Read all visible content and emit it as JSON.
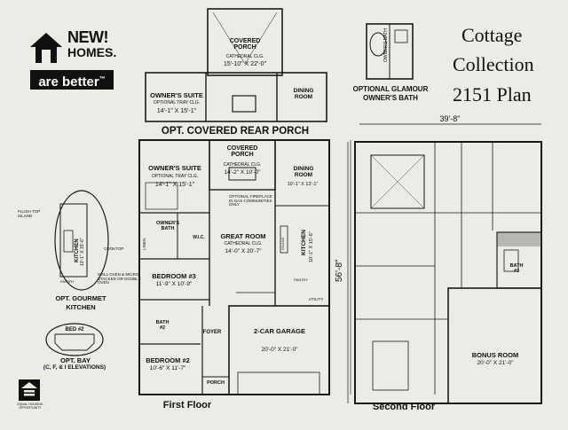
{
  "logo": {
    "line1": "NEW!",
    "line2": "HOMES.",
    "tagline": "are better",
    "tm": "™"
  },
  "collection": {
    "line1": "Cottage",
    "line2": "Collection",
    "plan": "2151 Plan"
  },
  "glamour": {
    "room": "OWNER'S BATH",
    "label_line1": "OPTIONAL GLAMOUR",
    "label_line2": "OWNER'S BATH"
  },
  "rear_porch_option": {
    "title": "OPT. COVERED REAR PORCH",
    "covered_porch": "COVERED PORCH",
    "covered_porch_ceiling": "CATHEDRAL CLG.",
    "covered_porch_dims": "15'-10\" X 22'-0\"",
    "owners_suite": "OWNER'S SUITE",
    "owners_suite_ceiling": "OPTIONAL TRAY CLG.",
    "owners_suite_dims": "14'-1\" X 15'-1\"",
    "dining": "DINING ROOM"
  },
  "first_floor": {
    "caption": "First Floor",
    "covered_porch": "COVERED PORCH",
    "covered_porch_ceiling": "CATHEDRAL CLG.",
    "covered_porch_dims": "14'-2\" X 10'-0\"",
    "owners_suite": "OWNER'S SUITE",
    "owners_suite_ceiling": "OPTIONAL TRAY CLG.",
    "owners_suite_dims": "14'-1\" X 15'-1\"",
    "dining": "DINING ROOM",
    "dining_dims": "10'-1\" X 13'-1\"",
    "fireplace_note": "OPTIONAL FIREPLACE IN GAS COMMUNITIES ONLY",
    "owners_bath": "OWNER'S BATH",
    "wic": "W.I.C.",
    "linen": "LINEN",
    "great_room": "GREAT ROOM",
    "great_room_ceiling": "CATHEDRAL CLG.",
    "great_room_dims": "14'-0\" X 20'-7\"",
    "kitchen": "KITCHEN",
    "kitchen_dims": "10'-1\" X 15'-6\"",
    "island": "ISLAND",
    "pantry": "PANTRY",
    "utility": "UTILITY",
    "bedroom3": "BEDROOM #3",
    "bedroom3_dims": "11'-9\" X 10'-9\"",
    "bath2": "BATH #2",
    "foyer": "FOYER",
    "bedroom2": "BEDROOM #2",
    "bedroom2_dims": "10'-6\" X 11'-7\"",
    "porch": "PORCH",
    "garage": "2-CAR GARAGE",
    "garage_dims": "20'-0\" X 21'-0\"",
    "depth_dim": "56'-8\""
  },
  "gourmet_kitchen": {
    "flush_top_island": "FLUSH TOP ISLAND",
    "cooktop": "COOKTOP",
    "kitchen": "KITCHEN",
    "kitchen_dims": "10'-1\" X 15'-6\"",
    "pantry": "PANTRY",
    "ovens_note": "WALL OVEN & MICRO STACKED OR DOUBLE OVEN",
    "label_line1": "OPT. GOURMET",
    "label_line2": "KITCHEN"
  },
  "bay_option": {
    "room": "BED #2",
    "label_line1": "OPT. BAY",
    "label_line2": "(C, F, & I ELEVATIONS)"
  },
  "equal_housing": {
    "text": "EQUAL HOUSING OPPORTUNITY"
  },
  "second_floor": {
    "caption": "Second Floor",
    "width_dim": "39'-8\"",
    "bath3": "BATH #3",
    "bonus_room": "BONUS ROOM",
    "bonus_room_dims": "20'-0\" X 21'-0\""
  }
}
